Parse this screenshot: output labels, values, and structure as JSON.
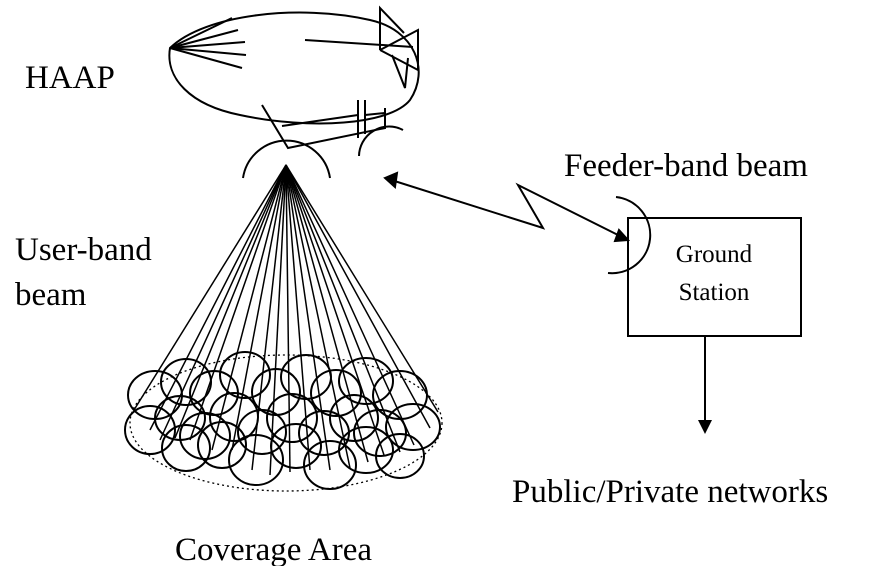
{
  "labels": {
    "haap": "HAAP",
    "feeder_beam": "Feeder-band beam",
    "user_beam_line1": "User-band",
    "user_beam_line2": "beam",
    "ground_station_line1": "Ground",
    "ground_station_line2": "Station",
    "networks": "Public/Private networks",
    "coverage": "Coverage Area"
  }
}
